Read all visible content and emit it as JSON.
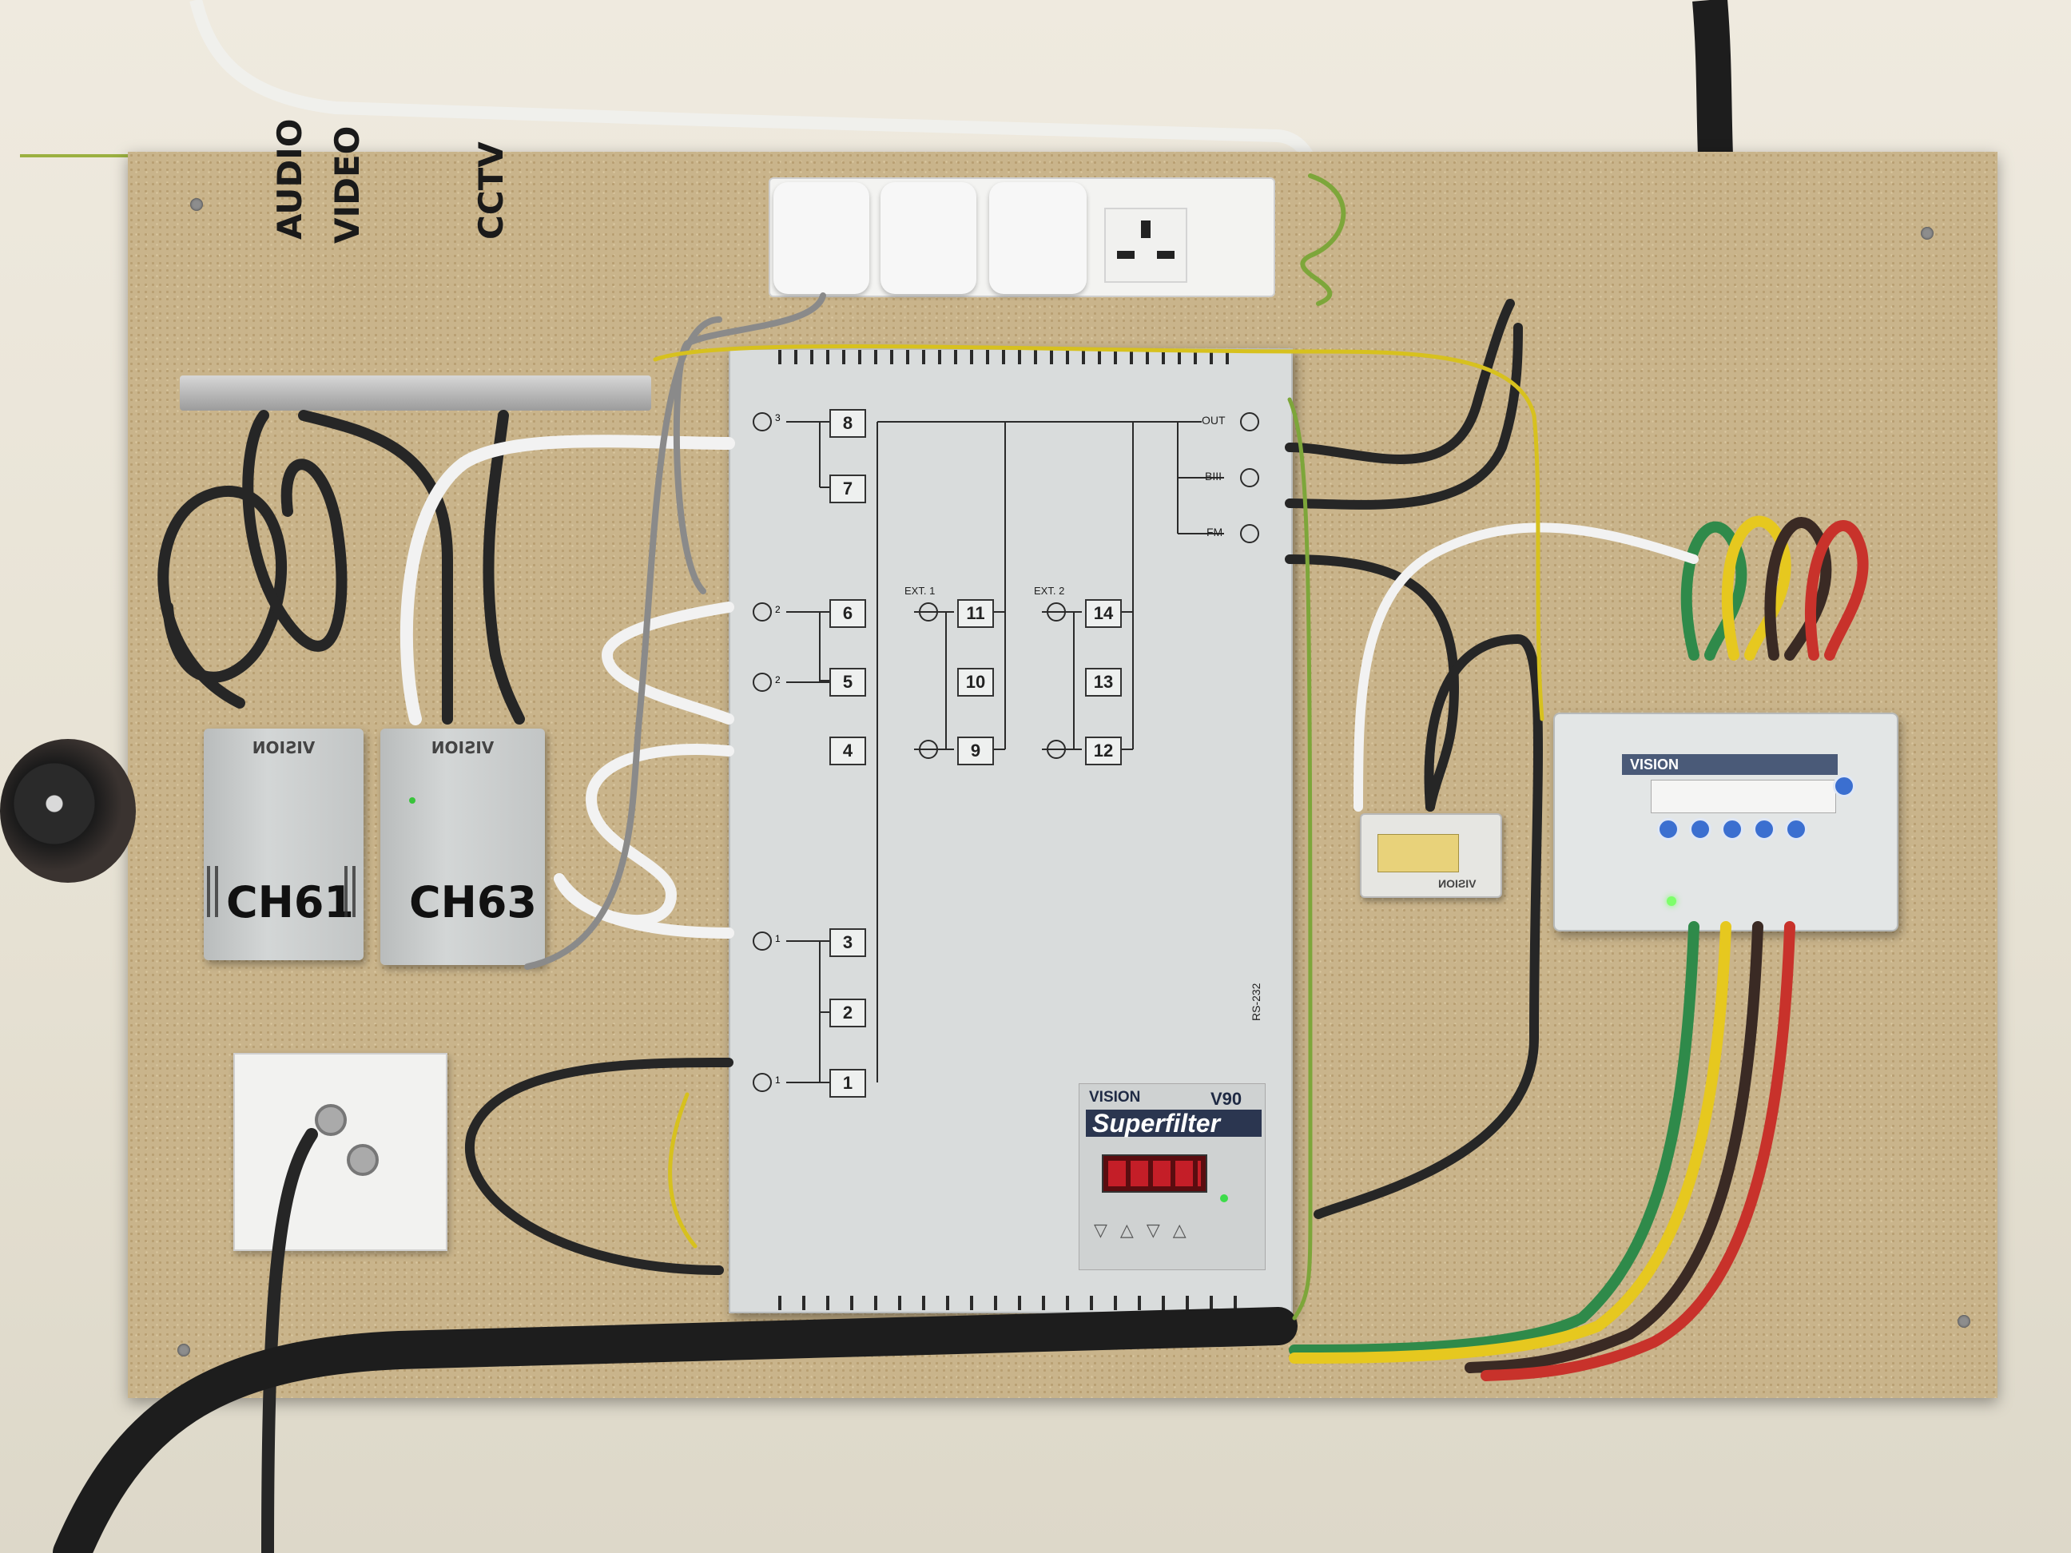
{
  "labels": {
    "audio": "AUDIO",
    "video": "VIDEO",
    "cctv": "CCTV",
    "ch61": "CH61",
    "ch63": "CH63",
    "brand_small": "VISION",
    "brand_main": "VISION",
    "model": "V90",
    "product": "Superfilter",
    "rs232": "RS-232",
    "out": "OUT",
    "biii": "BIII",
    "fm": "FM",
    "ext1": "EXT. 1",
    "ext2": "EXT. 2",
    "amp_brand": "VISION",
    "small_brand": "VISION"
  },
  "ports": [
    "1",
    "2",
    "3",
    "4",
    "5",
    "6",
    "7",
    "8",
    "9",
    "10",
    "11",
    "12",
    "13",
    "14"
  ],
  "input_marks": [
    "3",
    "2",
    "2",
    "1",
    "1"
  ],
  "colors": {
    "board": "#c9b48b",
    "cable_black": "#262626",
    "cable_white": "#efefef",
    "earth_green": "#5a8f2a",
    "earth_yellow": "#d7c11e",
    "cable_red": "#c8322b",
    "cable_yellow": "#e6c81f",
    "cable_green": "#2f8a4a",
    "display_red": "#d0202a"
  }
}
